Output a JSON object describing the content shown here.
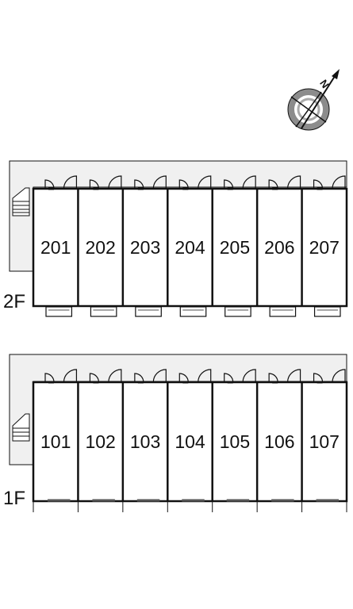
{
  "compass": {
    "north_label": "N"
  },
  "floors": [
    {
      "label": "2F",
      "units": [
        "201",
        "202",
        "203",
        "204",
        "205",
        "206",
        "207"
      ]
    },
    {
      "label": "1F",
      "units": [
        "101",
        "102",
        "103",
        "104",
        "105",
        "106",
        "107"
      ]
    }
  ],
  "colors": {
    "corridor_fill": "#f0f0f0",
    "line": "#111111",
    "compass_ring": "#8c8c8c"
  }
}
